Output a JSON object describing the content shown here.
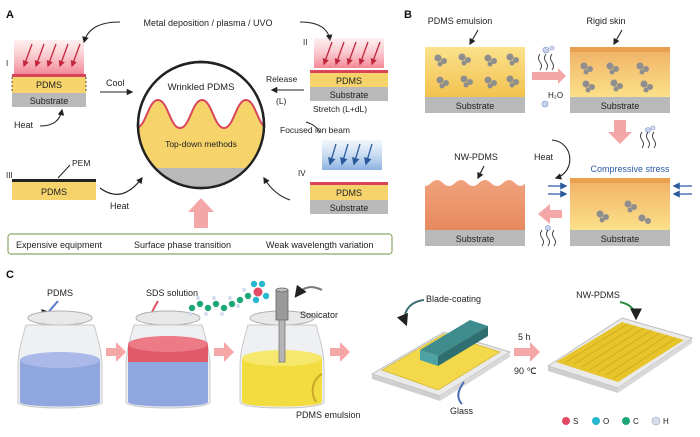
{
  "panel_a": {
    "label": "A",
    "title": "Metal deposition / plasma / UVO",
    "stage_1": {
      "roman": "I",
      "film": "PDMS",
      "base": "Substrate",
      "heat": "Heat"
    },
    "cool": "Cool",
    "stage_2": {
      "roman": "II",
      "film": "PDMS",
      "base": "Substrate",
      "stretch": "Stretch (L+dL)"
    },
    "release": "Release",
    "release_l": "(L)",
    "circle": {
      "title": "Wrinkled PDMS",
      "method": "Top-down methods"
    },
    "focused": "Focused ion beam",
    "stage_3": {
      "roman": "III",
      "pem": "PEM",
      "film": "PDMS",
      "heat": "Heat"
    },
    "stage_4": {
      "roman": "IV",
      "film": "PDMS",
      "base": "Substrate"
    },
    "box": {
      "item1": "Expensive equipment",
      "item2": "Surface phase transition",
      "item3": "Weak wavelength variation"
    }
  },
  "panel_b": {
    "label": "B",
    "emulsion": "PDMS emulsion",
    "rigid": "Rigid skin",
    "water": "H₂O",
    "nw": "NW-PDMS",
    "heat": "Heat",
    "compressive": "Compressive stress",
    "substrate": "Substrate"
  },
  "panel_c": {
    "label": "C",
    "pdms": "PDMS",
    "sds": "SDS solution",
    "sonicator": "Sonicator",
    "emulsion": "PDMS emulsion",
    "blade": "Blade-coating",
    "glass": "Glass",
    "time": "5 h",
    "temp": "90 ℃",
    "nw": "NW-PDMS",
    "legend": {
      "s": "S",
      "o": "O",
      "c": "C",
      "h": "H"
    }
  },
  "colors": {
    "pdms_yellow": "#f6d36b",
    "substrate_gray": "#b9b9b9",
    "skin_red": "#d8455a",
    "nw_orange": "#e8916a",
    "arrow_pink": "#f3a7a7",
    "ion_blue": "#3a6fb0",
    "s_atom": "#e24b63",
    "o_atom": "#27b7cf",
    "c_atom": "#1fa57a",
    "h_atom": "#9fb3d6"
  }
}
